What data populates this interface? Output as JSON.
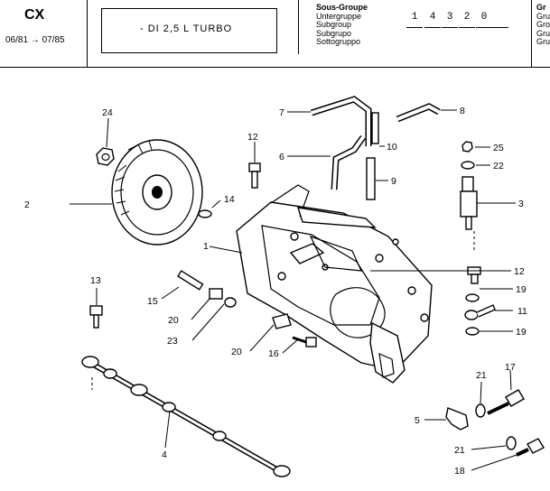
{
  "header": {
    "model": "CX",
    "date_range": "06/81 → 07/85",
    "engine": "- DI 2,5 L TURBO",
    "subgroup_labels": [
      "Sous-Groupe",
      "Untergruppe",
      "Subgroup",
      "Subgrupo",
      "Sottogruppo"
    ],
    "code_digits": [
      "1",
      "4",
      "3",
      "2",
      "0",
      ""
    ],
    "group_labels": [
      "Gr",
      "Gru",
      "Gro",
      "Gru",
      "Gru"
    ]
  },
  "callouts": {
    "c1": "1",
    "c2": "2",
    "c3": "3",
    "c4": "4",
    "c5": "5",
    "c6": "6",
    "c7": "7",
    "c8": "8",
    "c9": "9",
    "c10": "10",
    "c11": "11",
    "c12a": "12",
    "c12b": "12",
    "c13": "13",
    "c14": "14",
    "c15": "15",
    "c16": "16",
    "c17": "17",
    "c18": "18",
    "c19a": "19",
    "c19b": "19",
    "c20a": "20",
    "c20b": "20",
    "c21a": "21",
    "c21b": "21",
    "c22": "22",
    "c23": "23",
    "c24": "24",
    "c25": "25"
  }
}
